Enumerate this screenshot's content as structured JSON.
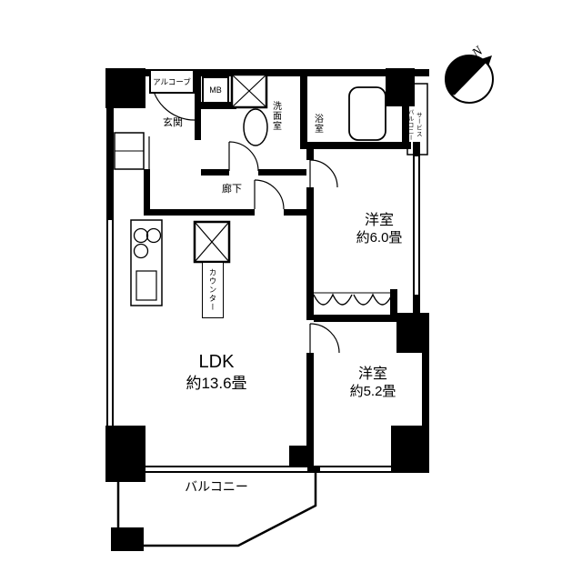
{
  "compass": {
    "north_label": "N"
  },
  "rooms": {
    "alcove": {
      "label": "アルコーブ"
    },
    "entrance": {
      "label": "玄関"
    },
    "meter_box": {
      "label": "MB"
    },
    "washroom": {
      "label": "洗面室"
    },
    "bathroom": {
      "label": "浴室"
    },
    "service_balcony": {
      "line1": "サービス",
      "line2": "バルコニー"
    },
    "hallway": {
      "label": "廊下"
    },
    "counter": {
      "label": "カウンター"
    },
    "bedroom_1": {
      "label": "洋室",
      "size": "約6.0畳"
    },
    "bedroom_2": {
      "label": "洋室",
      "size": "約5.2畳"
    },
    "ldk": {
      "label": "LDK",
      "size": "約13.6畳"
    },
    "balcony": {
      "label": "バルコニー"
    }
  },
  "colors": {
    "wall": "#000000",
    "background": "#ffffff"
  }
}
